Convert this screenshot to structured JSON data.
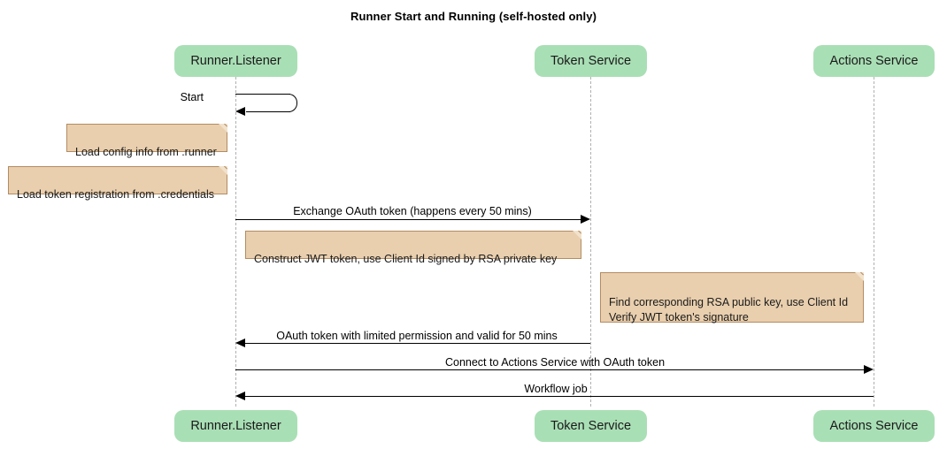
{
  "title": "Runner Start and Running (self-hosted only)",
  "participants": [
    {
      "id": "runner",
      "label": "Runner.Listener"
    },
    {
      "id": "token",
      "label": "Token Service"
    },
    {
      "id": "actions",
      "label": "Actions Service"
    }
  ],
  "messages": [
    {
      "id": "start",
      "label": "Start",
      "kind": "self",
      "from": "runner",
      "to": "runner"
    },
    {
      "id": "exchange",
      "label": "Exchange OAuth token (happens every 50 mins)",
      "kind": "sync",
      "from": "runner",
      "to": "token",
      "direction": "right"
    },
    {
      "id": "oauth-return",
      "label": "OAuth token with limited permission and valid for 50 mins",
      "kind": "sync",
      "from": "token",
      "to": "runner",
      "direction": "left"
    },
    {
      "id": "connect",
      "label": "Connect to Actions Service with OAuth token",
      "kind": "sync",
      "from": "runner",
      "to": "actions",
      "direction": "right"
    },
    {
      "id": "workflow",
      "label": "Workflow job",
      "kind": "sync",
      "from": "actions",
      "to": "runner",
      "direction": "left"
    }
  ],
  "notes": [
    {
      "id": "note-config",
      "text": "Load config info from .runner",
      "attached_to": "runner"
    },
    {
      "id": "note-credentials",
      "text": "Load token registration from .credentials",
      "attached_to": "runner"
    },
    {
      "id": "note-jwt",
      "text": "Construct JWT token, use Client Id signed by RSA private key",
      "attached_to": "runner"
    },
    {
      "id": "note-verify",
      "text": "Find corresponding RSA public key, use Client Id\nVerify JWT token's signature",
      "attached_to": "token"
    }
  ],
  "colors": {
    "participant_fill": "#a9dfb5",
    "note_fill": "#e9cfae",
    "note_border": "#b28c63",
    "lifeline": "#b0b0b0",
    "arrow": "#000000",
    "text": "#1a1a1a"
  }
}
